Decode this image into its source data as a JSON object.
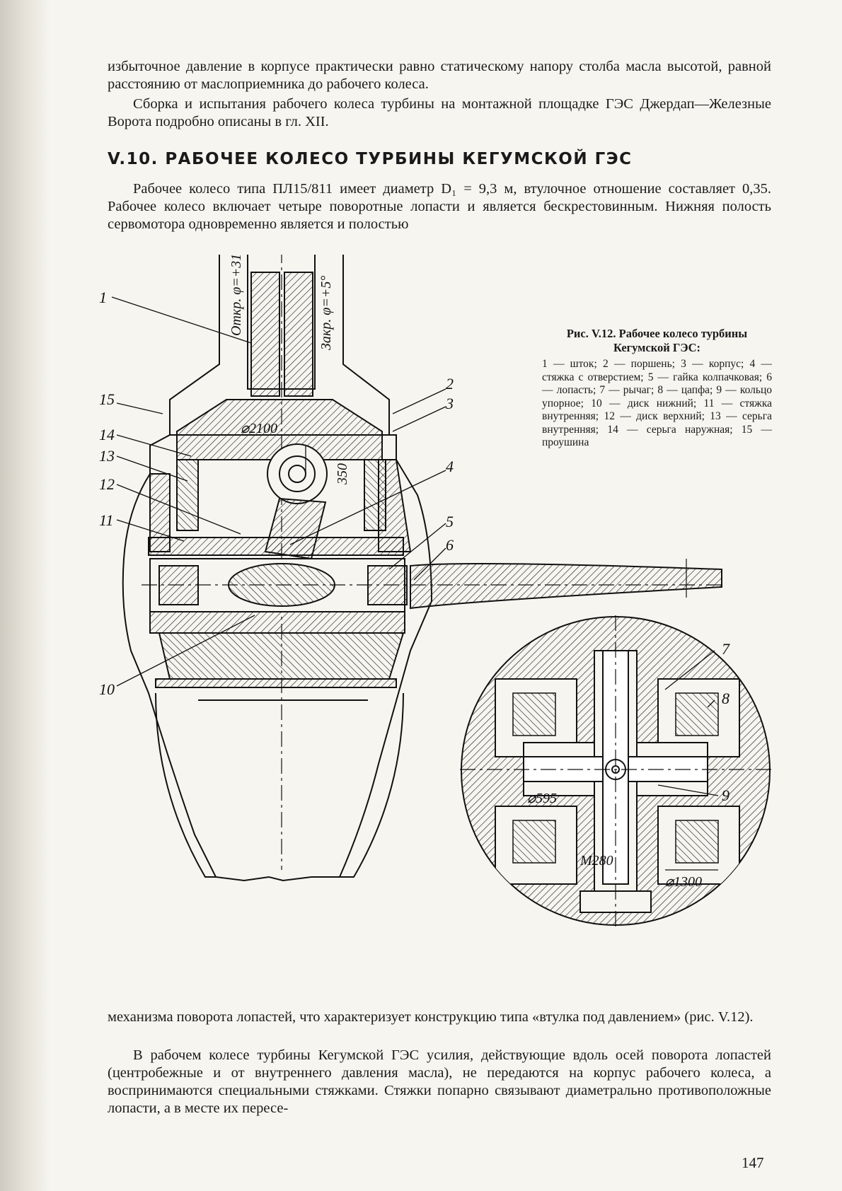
{
  "text": {
    "p1": "избыточное давление в корпусе практически равно статическому напору столба масла высотой, равной расстоянию от маслоприемника до рабочего колеса.",
    "p2": "Сборка и испытания рабочего колеса турбины на монтажной площадке ГЭС Джердап—Железные Ворота подробно описаны в гл. XII.",
    "section_heading": "V.10. РАБОЧЕЕ КОЛЕСО ТУРБИНЫ КЕГУМСКОЙ ГЭС",
    "p3": "Рабочее колесо типа ПЛ15/811 имеет диаметр D₁ = 9,3 м, втулочное отношение составляет 0,35. Рабочее колесо включает четыре поворотные лопасти и является бескрестовинным. Нижняя полость сервомотора одновременно является и полостью",
    "p4": "механизма поворота лопастей, что характеризует конструкцию типа «втулка под давлением» (рис. V.12).",
    "p5": "В рабочем колесе турбины Кегумской ГЭС усилия, действующие вдоль осей поворота лопастей (центробежные и от внутреннего давления масла), не передаются на корпус рабочего колеса, а воспринимаются специальными стяжками. Стяжки попарно связывают диаметрально противоположные лопасти, а в месте их пересе-"
  },
  "caption": {
    "title": "Рис. V.12. Рабочее колесо турбины Кегумской ГЭС:",
    "legend": "1 — шток; 2 — поршень; 3 — корпус; 4 — стяжка с отверстием; 5 — гайка колпачковая; 6 — лопасть; 7 — рычаг; 8 — цапфа; 9 — кольцо упорное; 10 — диск нижний; 11 — стяжка внутренняя; 12 — диск верхний; 13 — серьга внутренняя; 14 — серьга наружная; 15 — проушина"
  },
  "figure": {
    "labels": {
      "l1": "1",
      "l2": "2",
      "l3": "3",
      "l4": "4",
      "l5": "5",
      "l6": "6",
      "l7": "7",
      "l8": "8",
      "l9": "9",
      "l10": "10",
      "l11": "11",
      "l12": "12",
      "l13": "13",
      "l14": "14",
      "l15": "15"
    },
    "dimensions": {
      "d2100": "⌀2100",
      "d350": "350",
      "d595": "⌀595",
      "m280": "M280",
      "d1300": "⌀1300"
    },
    "angles": {
      "open": "Откр. φ=+31°",
      "closed": "Закр. φ=+5°"
    }
  },
  "page_number": "147"
}
